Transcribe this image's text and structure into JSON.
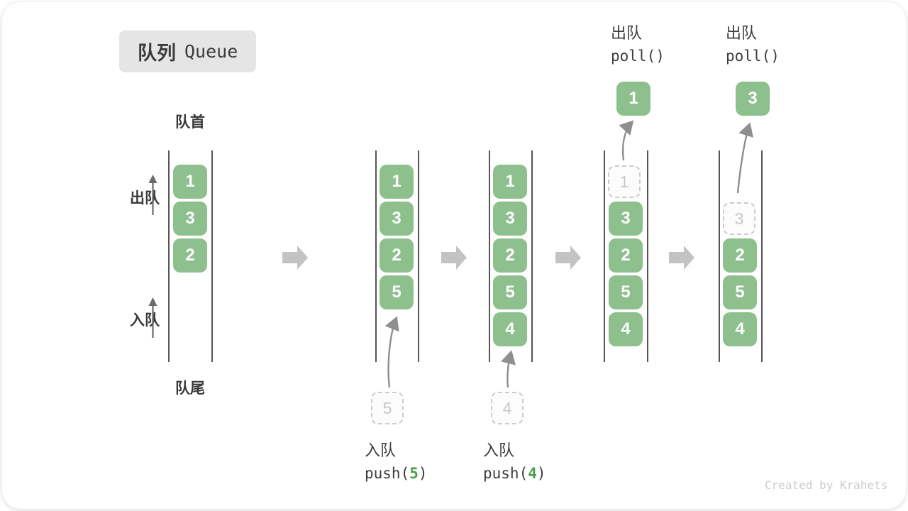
{
  "title": {
    "zh": "队列",
    "en": "Queue"
  },
  "side_labels": {
    "front": "队首",
    "rear": "队尾",
    "dequeue": "出队",
    "enqueue": "入队"
  },
  "colors": {
    "box_green": "#8dc08d",
    "code_arg_green": "#4b9e4b",
    "block_arrow_gray": "#c3c3c3",
    "channel_line_gray": "#555555",
    "curved_arrow_gray": "#8f8f8f",
    "ghost_gray": "#cccccc",
    "title_chip_bg": "#e5e5e5"
  },
  "columns": [
    {
      "cells": [
        "1",
        "3",
        "2"
      ]
    },
    {
      "cells": [
        "1",
        "3",
        "2",
        "5"
      ],
      "ghost": "5",
      "push_label": "入队",
      "push_pre": "push(",
      "push_arg": "5",
      "push_post": ")"
    },
    {
      "cells": [
        "1",
        "3",
        "2",
        "5",
        "4"
      ],
      "ghost": "4",
      "push_label": "入队",
      "push_pre": "push(",
      "push_arg": "4",
      "push_post": ")"
    },
    {
      "ghost": "1",
      "cells": [
        "3",
        "2",
        "5",
        "4"
      ],
      "poll_label": "出队",
      "poll_code": "poll()",
      "polled": "1"
    },
    {
      "ghost": "3",
      "cells": [
        "2",
        "5",
        "4"
      ],
      "poll_label": "出队",
      "poll_code": "poll()",
      "polled": "3"
    }
  ],
  "watermark": "Created by Krahets"
}
